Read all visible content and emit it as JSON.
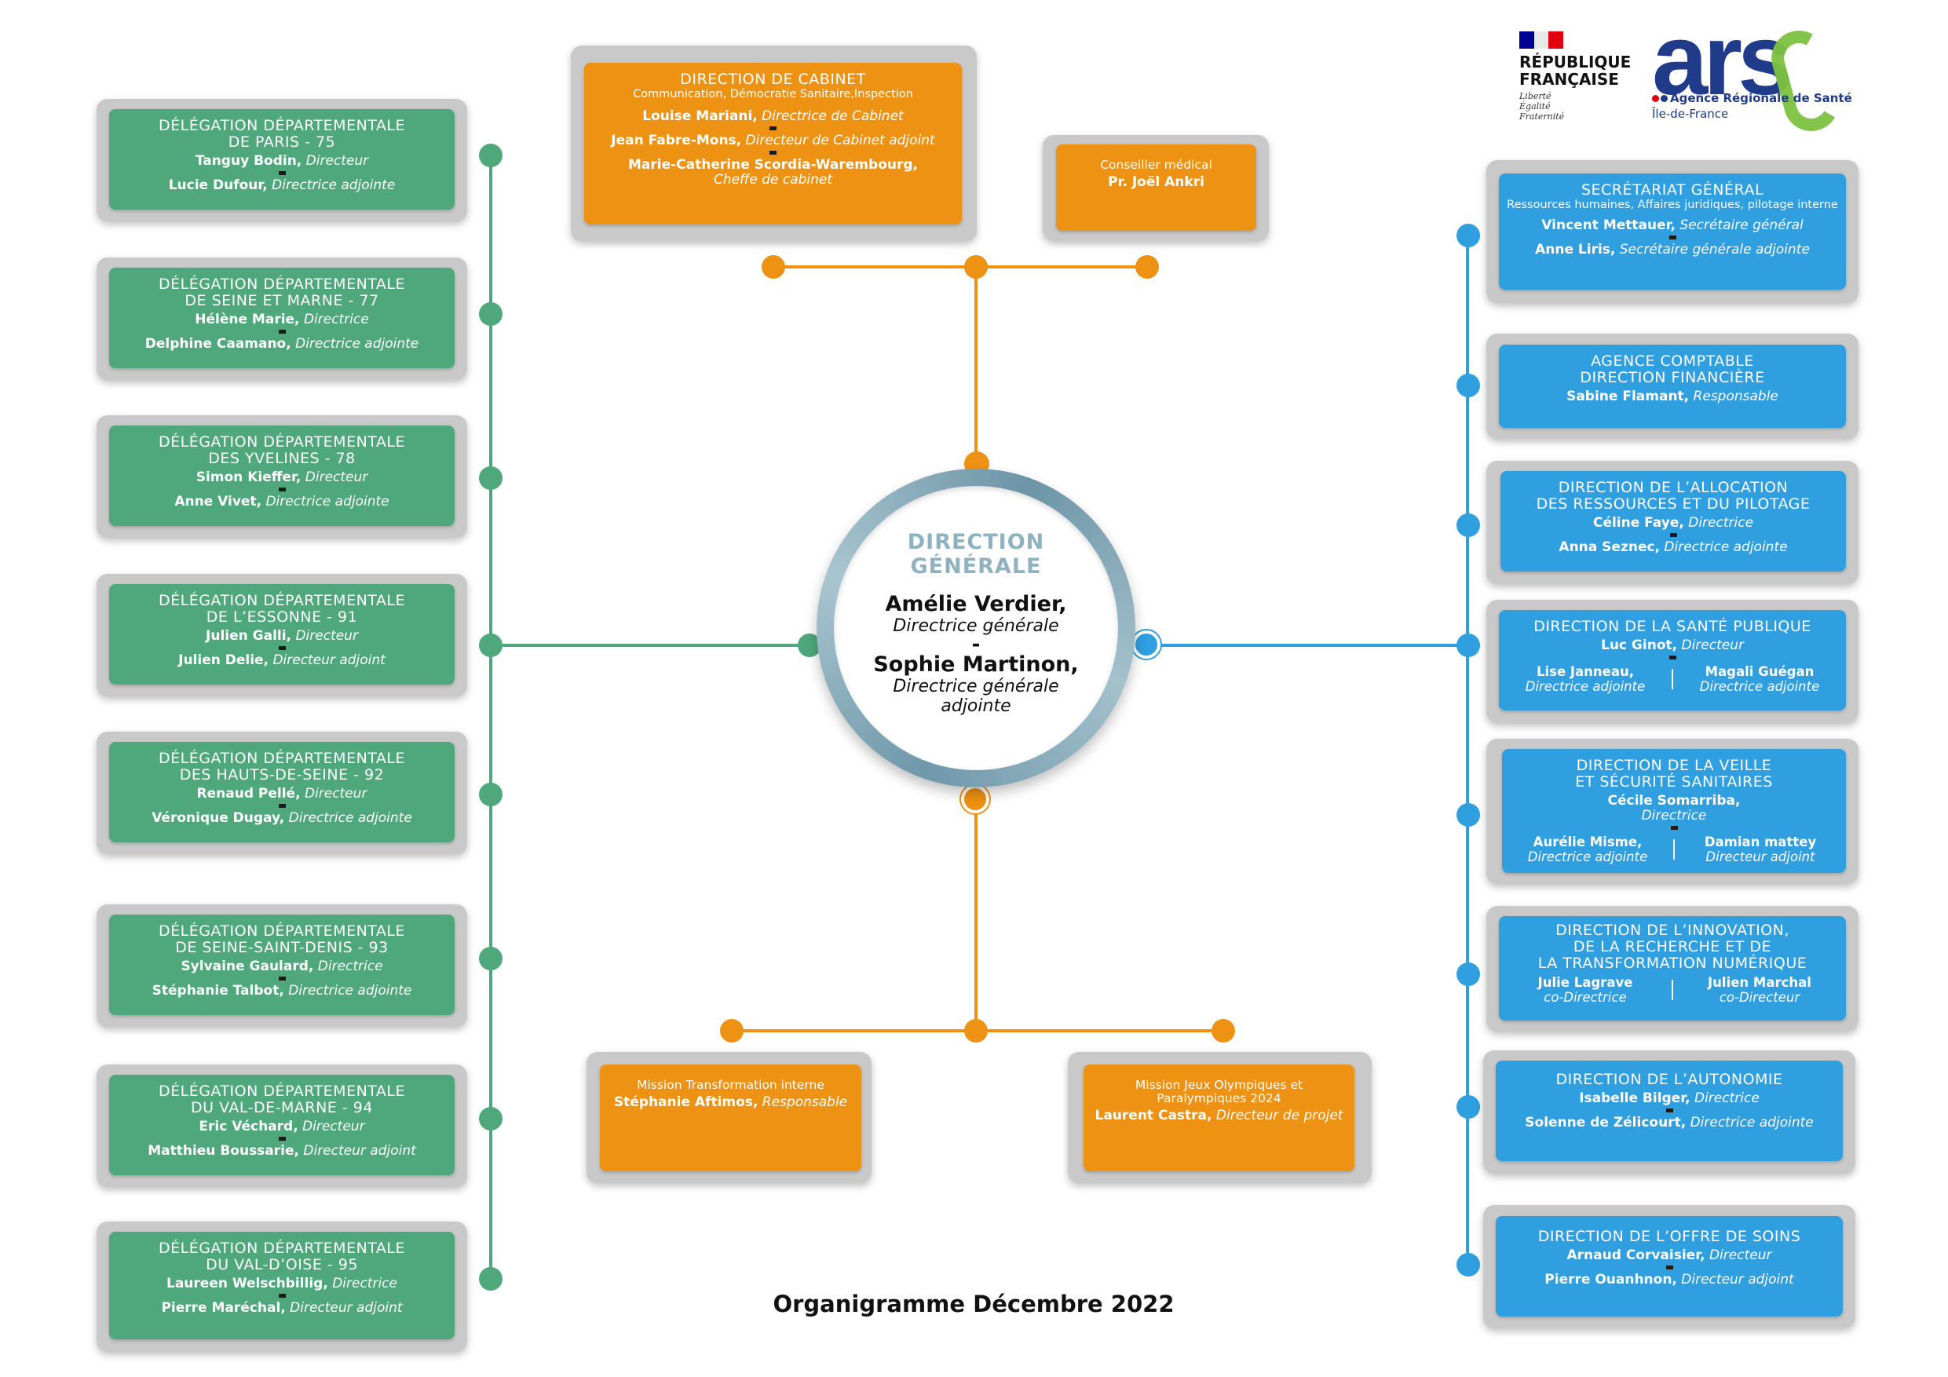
{
  "colors": {
    "green": "#4fa87b",
    "blue": "#2f9fe0",
    "orange": "#ee9213",
    "circle_ring": "#8fb2c0"
  },
  "left_boxes": [
    {
      "title": [
        "DÉLÉGATION DÉPARTEMENTALE",
        "DE PARIS - 75"
      ],
      "p1_name": "Tanguy Bodin,",
      "p1_role": "Directeur",
      "p2_name": "Lucie Dufour,",
      "p2_role": "Directrice adjointe"
    },
    {
      "title": [
        "DÉLÉGATION DÉPARTEMENTALE",
        "DE SEINE ET MARNE - 77"
      ],
      "p1_name": "Hélène Marie,",
      "p1_role": "Directrice",
      "p2_name": "Delphine Caamano,",
      "p2_role": "Directrice adjointe"
    },
    {
      "title": [
        "DÉLÉGATION DÉPARTEMENTALE",
        "DES YVELINES - 78"
      ],
      "p1_name": "Simon Kieffer,",
      "p1_role": "Directeur",
      "p2_name": "Anne Vivet,",
      "p2_role": "Directrice adjointe"
    },
    {
      "title": [
        "DÉLÉGATION DÉPARTEMENTALE",
        "DE L’ESSONNE - 91"
      ],
      "p1_name": "Julien Galli,",
      "p1_role": "Directeur",
      "p2_name": "Julien Delie,",
      "p2_role": "Directeur adjoint"
    },
    {
      "title": [
        "DÉLÉGATION DÉPARTEMENTALE",
        "DES HAUTS-DE-SEINE - 92"
      ],
      "p1_name": "Renaud Pellé,",
      "p1_role": "Directeur",
      "p2_name": "Véronique Dugay,",
      "p2_role": "Directrice adjointe"
    },
    {
      "title": [
        "DÉLÉGATION DÉPARTEMENTALE",
        "DE SEINE-SAINT-DENIS - 93"
      ],
      "p1_name": "Sylvaine Gaulard,",
      "p1_role": "Directrice",
      "p2_name": "Stéphanie Talbot,",
      "p2_role": "Directrice adjointe"
    },
    {
      "title": [
        "DÉLÉGATION DÉPARTEMENTALE",
        "DU VAL-DE-MARNE - 94"
      ],
      "p1_name": "Eric Véchard,",
      "p1_role": "Directeur",
      "p2_name": "Matthieu Boussarie,",
      "p2_role": "Directeur adjoint"
    },
    {
      "title": [
        "DÉLÉGATION DÉPARTEMENTALE",
        "DU VAL-D’OISE - 95"
      ],
      "p1_name": "Laureen Welschbillig,",
      "p1_role": "Directrice",
      "p2_name": "Pierre Maréchal,",
      "p2_role": "Directeur adjoint"
    }
  ],
  "right_boxes": {
    "sg": {
      "title": "SECRÉTARIAT GÉNÉRAL",
      "subtitle": "Ressources humaines, Affaires juridiques, pilotage interne",
      "p1_name": "Vincent Mettauer,",
      "p1_role": "Secrétaire général",
      "p2_name": "Anne Liris,",
      "p2_role": "Secrétaire générale adjointe"
    },
    "ac": {
      "title": [
        "AGENCE COMPTABLE",
        "DIRECTION FINANCIÈRE"
      ],
      "p1_name": "Sabine Flamant,",
      "p1_role": "Responsable"
    },
    "arp": {
      "title": [
        "DIRECTION DE L’ALLOCATION",
        "DES RESSOURCES ET DU PILOTAGE"
      ],
      "p1_name": "Céline Faye,",
      "p1_role": "Directrice",
      "p2_name": "Anna Seznec,",
      "p2_role": "Directrice adjointe"
    },
    "dsp": {
      "title": "DIRECTION DE LA SANTÉ PUBLIQUE",
      "p1_name": "Luc Ginot,",
      "p1_role": "Directeur",
      "a_name": "Lise Janneau,",
      "a_role": "Directrice adjointe",
      "b_name": "Magali Guégan",
      "b_role": "Directrice adjointe"
    },
    "dvss": {
      "title": [
        "DIRECTION DE LA VEILLE",
        "ET SÉCURITÉ SANITAIRES"
      ],
      "p1_name": "Cécile Somarriba,",
      "p1_role": "Directrice",
      "a_name": "Aurélie Misme,",
      "a_role": "Directrice adjointe",
      "b_name": "Damian mattey",
      "b_role": "Directeur adjoint"
    },
    "dirn": {
      "title": [
        "DIRECTION DE L’INNOVATION,",
        "DE LA RECHERCHE ET DE",
        "LA TRANSFORMATION NUMÉRIQUE"
      ],
      "a_name": "Julie Lagrave",
      "a_role": "co-Directrice",
      "b_name": "Julien Marchal",
      "b_role": "co-Directeur"
    },
    "da": {
      "title": "DIRECTION DE L’AUTONOMIE",
      "p1_name": "Isabelle Bilger,",
      "p1_role": "Directrice",
      "p2_name": "Solenne de Zélicourt,",
      "p2_role": "Directrice adjointe"
    },
    "dos": {
      "title": "DIRECTION DE L’OFFRE DE SOINS",
      "p1_name": "Arnaud Corvaisier,",
      "p1_role": "Directeur",
      "p2_name": "Pierre Ouanhnon,",
      "p2_role": "Directeur adjoint"
    }
  },
  "cabinet": {
    "title": "DIRECTION DE CABINET",
    "subtitle": "Communication, Démocratie Sanitaire,Inspection",
    "p1_name": "Louise Mariani,",
    "p1_role": "Directrice de Cabinet",
    "p2_name": "Jean Fabre-Mons,",
    "p2_role": "Directeur de Cabinet adjoint",
    "p3_name": "Marie-Catherine Scordia-Warembourg,",
    "p3_role": "Cheffe de cabinet"
  },
  "conseiller": {
    "title": "Conseiller médical",
    "name": "Pr. Joël Ankri"
  },
  "mission_ti": {
    "title": "Mission Transformation interne",
    "name": "Stéphanie Aftimos,",
    "role": "Responsable"
  },
  "mission_jo": {
    "title": [
      "Mission Jeux Olympiques et",
      "Paralympiques 2024"
    ],
    "name": "Laurent Castra,",
    "role": "Directeur de projet"
  },
  "direction_generale": {
    "title": [
      "DIRECTION",
      "GÉNÉRALE"
    ],
    "p1_name": "Amélie Verdier,",
    "p1_role": "Directrice générale",
    "sep": "-",
    "p2_name": "Sophie Martinon,",
    "p2_role": [
      "Directrice générale",
      "adjointe"
    ]
  },
  "footer": {
    "title": "Organigramme Décembre 2022"
  },
  "logo_rf": {
    "name": [
      "RÉPUBLIQUE",
      "FRANÇAISE"
    ],
    "motto": [
      "Liberté",
      "Égalité",
      "Fraternité"
    ]
  },
  "logo_ars": {
    "mark": "ars",
    "agency": "Agence Régionale de Santé",
    "region": "Île-de-France"
  }
}
